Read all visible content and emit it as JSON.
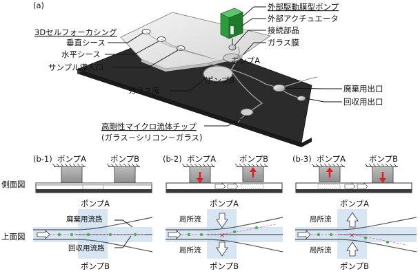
{
  "panel_a": {
    "tag": "(a)",
    "labels": {
      "external_pump": "外部駆動膜型ポンプ",
      "external_actuator": "外部アクチュエータ",
      "connector": "接続部品",
      "glass_membrane_top": "ガラス膜",
      "sheath_3d": "3Dセルフォーカシング",
      "vertical_sheath": "垂直シース",
      "horizontal_sheath": "水平シース",
      "sample_inlet": "サンプル導入口",
      "pump_a": "ポンプA",
      "pump_b": "ポンプB",
      "glass_membrane": "ガラス膜",
      "waste_outlet": "廃棄用出口",
      "collect_outlet": "回収用出口",
      "chip_title": "高剛性マイクロ流体チップ",
      "chip_layers": "(ガラス－シリコン－ガラス)"
    }
  },
  "panel_b": {
    "row_labels": {
      "side_view": "側面図",
      "top_view": "上面図"
    },
    "subpanels": [
      {
        "tag": "(b-1)",
        "pump_a": "ポンプA",
        "pump_b": "ポンプB",
        "top_pump_a": "ポンプA",
        "bottom_pump_b": "ポンプB",
        "waste_channel": "廃棄用流路",
        "collect_channel": "回収用流路"
      },
      {
        "tag": "(b-2)",
        "pump_a": "ポンプA",
        "pump_b": "ポンプB",
        "top_pump_a": "ポンプA",
        "bottom_pump_b": "ポンプB",
        "local_flow_1": "局所流",
        "local_flow_2": "局所流"
      },
      {
        "tag": "(b-3)",
        "pump_a": "ポンプA",
        "pump_b": "ポンプB",
        "top_pump_a": "ポンプA",
        "bottom_pump_b": "ポンプB",
        "local_flow_1": "局所流",
        "local_flow_2": "局所流"
      }
    ]
  },
  "colors": {
    "chip_dark": "#2b2b2b",
    "chip_light": "#e6e6e6",
    "pump_green": "#2e9b3c",
    "pump_gray": "#a9a9a9",
    "arrow_red": "#e02020",
    "channel_blue": "#c7dcef",
    "cell_green": "#4caf50",
    "stream_pink": "#d97ab0"
  }
}
